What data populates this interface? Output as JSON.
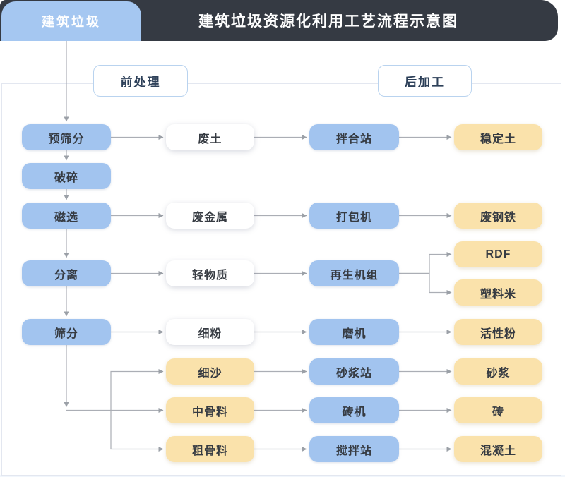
{
  "header": {
    "tab_label": "建筑垃圾",
    "title": "建筑垃圾资源化利用工艺流程示意图"
  },
  "sections": [
    {
      "id": "pre",
      "label": "前处理"
    },
    {
      "id": "post",
      "label": "后加工"
    }
  ],
  "colors": {
    "header_bg": "#353a43",
    "tab_blue": "#a5c7f1",
    "node_blue": "#a2c4ef",
    "node_yellow": "#fae2ab",
    "node_white": "#ffffff",
    "node_text": "#363b42",
    "section_border": "#b9d3ef",
    "section_text": "#2d4059",
    "panel_border": "#e3e7f0",
    "connector": "#abaeb5",
    "arrowhead": "#9ba0a7"
  },
  "nodes": [
    {
      "id": "pre-screen",
      "label": "预筛分",
      "col": 1,
      "row": "1",
      "variant": "blue"
    },
    {
      "id": "crush",
      "label": "破碎",
      "col": 1,
      "row": "2",
      "variant": "blue"
    },
    {
      "id": "magnet",
      "label": "磁选",
      "col": 1,
      "row": "3",
      "variant": "blue"
    },
    {
      "id": "separate",
      "label": "分离",
      "col": 1,
      "row": "4",
      "variant": "blue"
    },
    {
      "id": "screen",
      "label": "筛分",
      "col": 1,
      "row": "5",
      "variant": "blue"
    },
    {
      "id": "waste-soil",
      "label": "废土",
      "col": 2,
      "row": "1",
      "variant": "white"
    },
    {
      "id": "waste-metal",
      "label": "废金属",
      "col": 2,
      "row": "3",
      "variant": "white"
    },
    {
      "id": "light-matter",
      "label": "轻物质",
      "col": 2,
      "row": "4",
      "variant": "white"
    },
    {
      "id": "fine-powder",
      "label": "细粉",
      "col": 2,
      "row": "5",
      "variant": "white"
    },
    {
      "id": "fine-sand",
      "label": "细沙",
      "col": 2,
      "row": "6",
      "variant": "yellow"
    },
    {
      "id": "mid-agg",
      "label": "中骨料",
      "col": 2,
      "row": "7",
      "variant": "yellow"
    },
    {
      "id": "coarse-agg",
      "label": "粗骨料",
      "col": 2,
      "row": "8",
      "variant": "yellow"
    },
    {
      "id": "mix-station",
      "label": "拌合站",
      "col": 3,
      "row": "1",
      "variant": "blue"
    },
    {
      "id": "baler",
      "label": "打包机",
      "col": 3,
      "row": "3",
      "variant": "blue"
    },
    {
      "id": "regen-unit",
      "label": "再生机组",
      "col": 3,
      "row": "4",
      "variant": "blue"
    },
    {
      "id": "mill",
      "label": "磨机",
      "col": 3,
      "row": "5",
      "variant": "blue"
    },
    {
      "id": "mortar-station",
      "label": "砂浆站",
      "col": 3,
      "row": "6",
      "variant": "blue"
    },
    {
      "id": "brick-machine",
      "label": "砖机",
      "col": 3,
      "row": "7",
      "variant": "blue"
    },
    {
      "id": "stir-station",
      "label": "搅拌站",
      "col": 3,
      "row": "8",
      "variant": "blue"
    },
    {
      "id": "stable-soil",
      "label": "稳定土",
      "col": 4,
      "row": "1",
      "variant": "yellow"
    },
    {
      "id": "waste-steel",
      "label": "废钢铁",
      "col": 4,
      "row": "3",
      "variant": "yellow"
    },
    {
      "id": "rdf",
      "label": "RDF",
      "col": 4,
      "row": "3b",
      "variant": "yellow"
    },
    {
      "id": "plastic-rice",
      "label": "塑料米",
      "col": 4,
      "row": "4b",
      "variant": "yellow"
    },
    {
      "id": "active-powder",
      "label": "活性粉",
      "col": 4,
      "row": "5",
      "variant": "yellow"
    },
    {
      "id": "mortar",
      "label": "砂浆",
      "col": 4,
      "row": "6",
      "variant": "yellow"
    },
    {
      "id": "brick",
      "label": "砖",
      "col": 4,
      "row": "7",
      "variant": "yellow"
    },
    {
      "id": "concrete",
      "label": "混凝土",
      "col": 4,
      "row": "8",
      "variant": "yellow"
    }
  ],
  "edges": [
    {
      "from": "tab",
      "to": "pre-screen",
      "kind": "entry"
    },
    {
      "from": "pre-screen",
      "to": "crush",
      "kind": "v"
    },
    {
      "from": "crush",
      "to": "magnet",
      "kind": "v"
    },
    {
      "from": "magnet",
      "to": "separate",
      "kind": "v"
    },
    {
      "from": "separate",
      "to": "screen",
      "kind": "v"
    },
    {
      "from": "pre-screen",
      "to": "waste-soil",
      "kind": "h"
    },
    {
      "from": "waste-soil",
      "to": "mix-station",
      "kind": "h"
    },
    {
      "from": "mix-station",
      "to": "stable-soil",
      "kind": "h"
    },
    {
      "from": "magnet",
      "to": "waste-metal",
      "kind": "h"
    },
    {
      "from": "waste-metal",
      "to": "baler",
      "kind": "h"
    },
    {
      "from": "baler",
      "to": "waste-steel",
      "kind": "h"
    },
    {
      "from": "separate",
      "to": "light-matter",
      "kind": "h"
    },
    {
      "from": "light-matter",
      "to": "regen-unit",
      "kind": "h"
    },
    {
      "from": "regen-unit",
      "to": "rdf",
      "kind": "branch"
    },
    {
      "from": "regen-unit",
      "to": "plastic-rice",
      "kind": "branch"
    },
    {
      "from": "screen",
      "to": "fine-powder",
      "kind": "h"
    },
    {
      "from": "fine-powder",
      "to": "mill",
      "kind": "h"
    },
    {
      "from": "mill",
      "to": "active-powder",
      "kind": "h"
    },
    {
      "from": "screen",
      "to": "mid-agg",
      "kind": "fan-mid"
    },
    {
      "from": "screen",
      "to": "fine-sand",
      "kind": "fan-up"
    },
    {
      "from": "screen",
      "to": "coarse-agg",
      "kind": "fan-down"
    },
    {
      "from": "fine-sand",
      "to": "mortar-station",
      "kind": "h"
    },
    {
      "from": "mortar-station",
      "to": "mortar",
      "kind": "h"
    },
    {
      "from": "mid-agg",
      "to": "brick-machine",
      "kind": "h"
    },
    {
      "from": "brick-machine",
      "to": "brick",
      "kind": "h"
    },
    {
      "from": "coarse-agg",
      "to": "stir-station",
      "kind": "h"
    },
    {
      "from": "stir-station",
      "to": "concrete",
      "kind": "h"
    }
  ]
}
